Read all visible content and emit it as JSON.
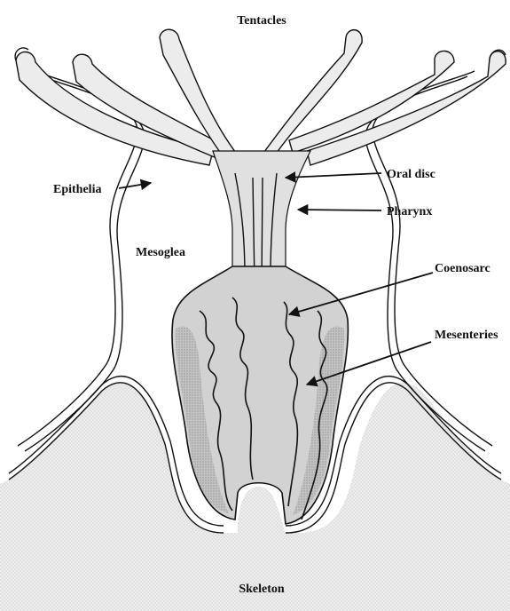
{
  "labels": {
    "tentacles": "Tentacles",
    "epithelia": "Epithelia",
    "mesoglea": "Mesoglea",
    "oral_disc": "Oral disc",
    "pharynx": "Pharynx",
    "coenosarc": "Coenosarc",
    "mesenteries": "Mesenteries",
    "skeleton": "Skeleton"
  },
  "colors": {
    "ink": "#111111",
    "skeleton_fill": "#e9e9e9",
    "gastric_fill": "#cfcfcf",
    "tentacle_fill": "#e6e6e6",
    "background": "#ffffff"
  }
}
